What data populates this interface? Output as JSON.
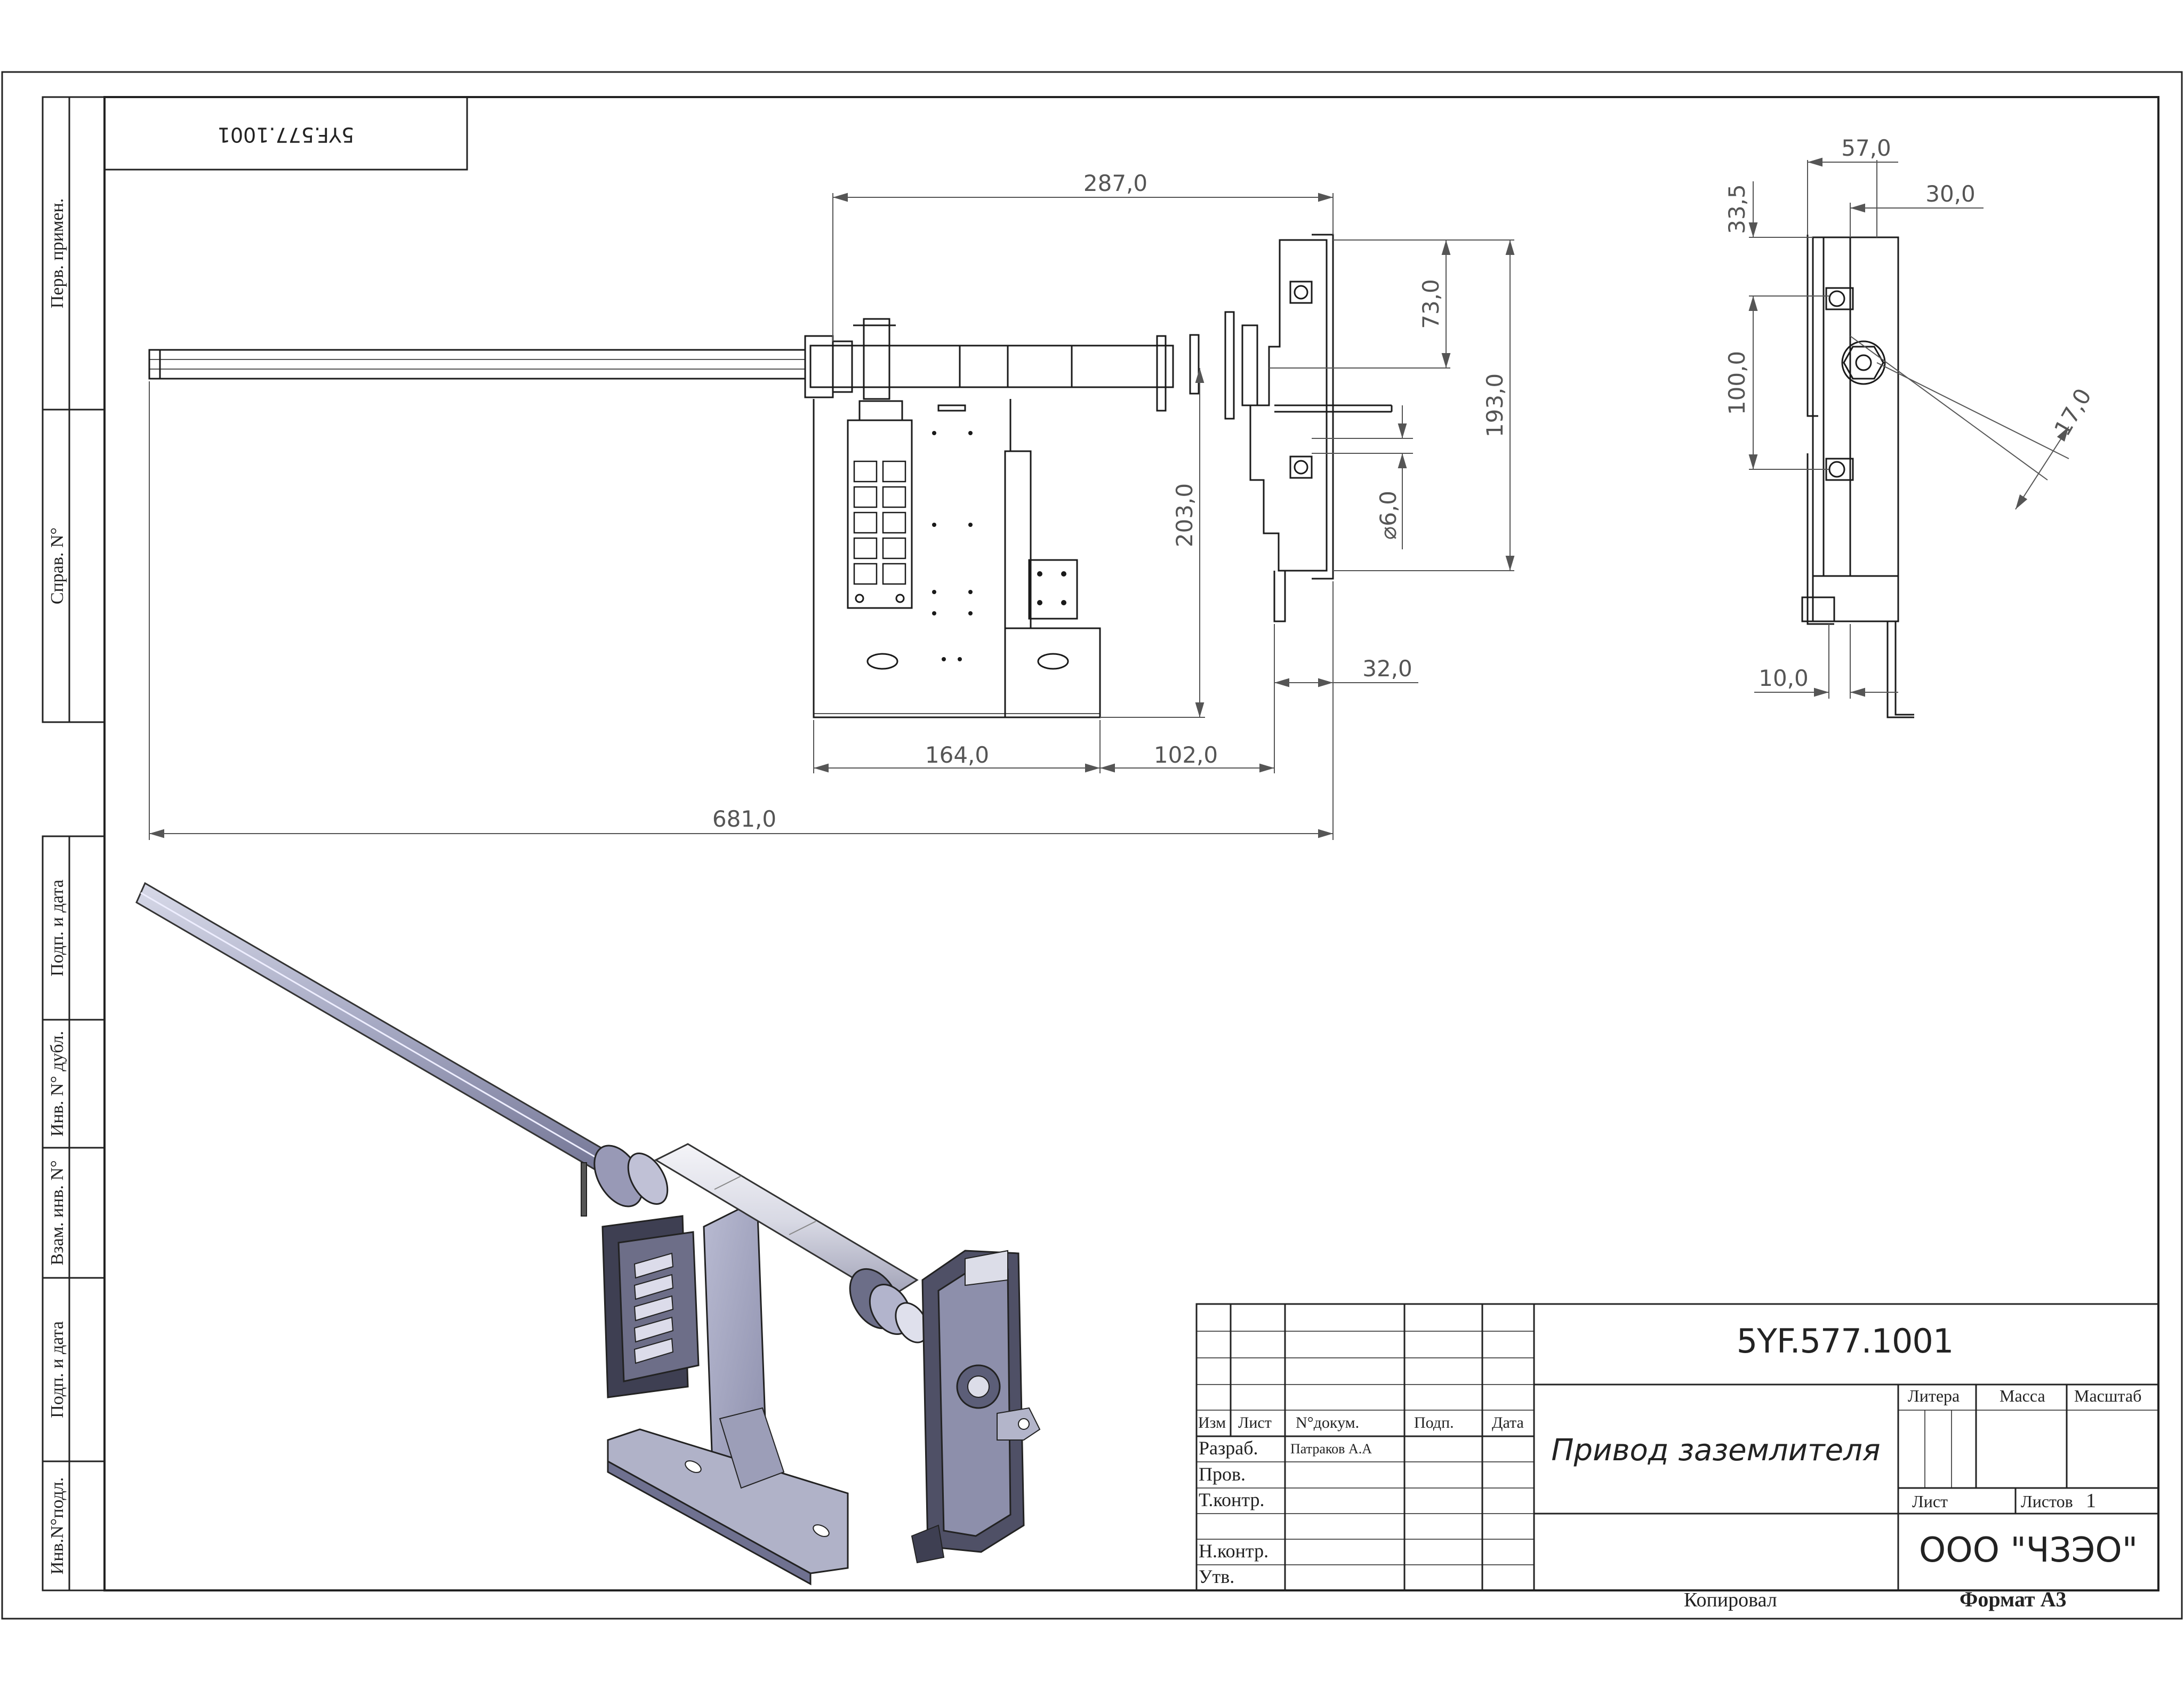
{
  "frame": {
    "side_labels": {
      "perv_primen": "Перв. примен.",
      "sprav_no": "Справ. N°",
      "podp_data_1": "Подп. и дата",
      "inv_dubl": "Инв. N° дубл.",
      "vzam_inv": "Взам. инв. N°",
      "podp_data_2": "Подп. и дата",
      "inv_podl": "Инв.N°подл."
    },
    "top_stamp_code": "5YF.577.1001"
  },
  "front_view": {
    "dims": {
      "d287": "287,0",
      "d73": "73,0",
      "d193": "193,0",
      "d203": "203,0",
      "d6": "⌀6,0",
      "d32": "32,0",
      "d164": "164,0",
      "d102": "102,0",
      "d681": "681,0"
    }
  },
  "side_view": {
    "dims": {
      "d57": "57,0",
      "d30": "30,0",
      "d33_5": "33,5",
      "d100": "100,0",
      "d17": "17,0",
      "d10": "10,0"
    }
  },
  "title_block": {
    "designation": "5YF.577.1001",
    "name": "Привод заземлителя",
    "company": "ООО \"ЧЗЭО\"",
    "headers": {
      "izm": "Изм",
      "list": "Лист",
      "n_dokum": "N°докум.",
      "podp": "Подп.",
      "data": "Дата"
    },
    "rows": {
      "razrab": "Разраб.",
      "razrab_name": "Патраков А.А",
      "prov": "Пров.",
      "tkontr": "Т.контр.",
      "nkontr": "Н.контр.",
      "utv": "Утв."
    },
    "litera": "Литера",
    "massa": "Масса",
    "masshtab": "Масштаб",
    "list_label": "Лист",
    "listov_label": "Листов",
    "listov_value": "1",
    "kopiroval": "Копировал",
    "format": "Формат А3"
  }
}
